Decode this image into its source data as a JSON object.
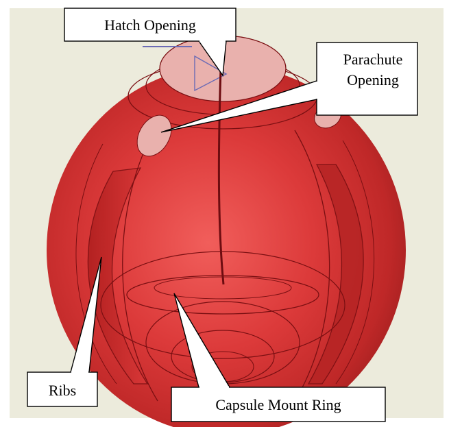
{
  "labels": {
    "hatch_opening": "Hatch Opening",
    "parachute_opening_line1": "Parachute",
    "parachute_opening_line2": "Opening",
    "ribs": "Ribs",
    "capsule_mount_ring": "Capsule Mount Ring"
  },
  "colors": {
    "background_panel": "#ecebdc",
    "sphere_light": "#ef5a57",
    "sphere_mid": "#cf2f2f",
    "sphere_dark": "#9b1d1d",
    "line_dark": "#7a0f12",
    "opening_fill": "#e9b1ad",
    "callout_fill": "#ffffff",
    "callout_stroke": "#000000"
  }
}
